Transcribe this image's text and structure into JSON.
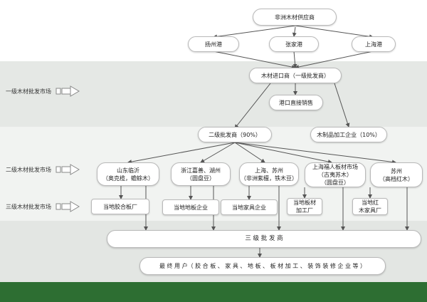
{
  "nodes": {
    "supplier": "非洲木材供应商",
    "port_yangzhou": "扬州港",
    "port_zhangjiagang": "张家港",
    "port_shanghai": "上海港",
    "importer": "木材进口商（一级批发商）",
    "port_direct": "港口直接销售",
    "secondary": "二级批发商（90%）",
    "wood_processing": "木制品加工企业（10%）",
    "shandong": "山东临沂\n（奥克榄，蟾蜍木）",
    "zhejiang": "浙江嘉善、湖州\n（圆盘豆）",
    "shanghai_su": "上海、苏州\n（非洲紫檀，铁木豆）",
    "fuxingren": "上海福人板材市场\n（古夷苏木）\n（圆盘豆）",
    "suzhou": "苏州\n（高档红木）",
    "local_plywood": "当地胶合板厂",
    "local_floor": "当地地板企业",
    "local_furniture": "当地家具企业",
    "local_board": "当地板材\n加工厂",
    "local_rosewood": "当地红\n木家具厂",
    "tertiary": "三 级 批 发 商",
    "end_users": "最 终 用 户（ 胶 合 板 、 家 具 、 地 板 、 板 材 加 工 、 装 饰 装 修 企 业 等 ）"
  },
  "levels": {
    "level1": "一级木材批发市场",
    "level2": "二级木材批发市场",
    "level3": "三级木材批发市场"
  },
  "icons": {
    "level_arrow": "right-arrow-icon"
  },
  "colors": {
    "band_top": "#ffffff",
    "band_level1": "#e5e8e5",
    "band_level2": "#f1f3f1",
    "band_level3": "#e3e6e3",
    "footer": "#2d6e32",
    "connector": "#555555"
  }
}
